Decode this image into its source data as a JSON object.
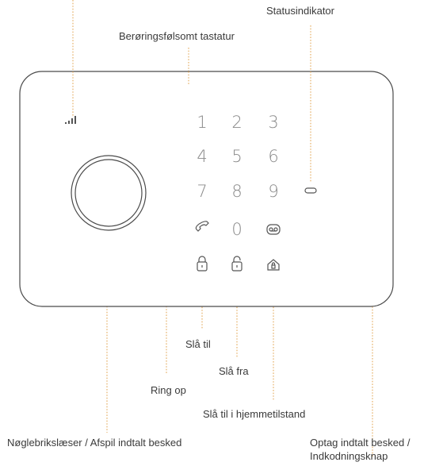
{
  "labels": {
    "status_indicator": "Statusindikator",
    "touch_keypad": "Berøringsfølsomt tastatur",
    "arm": "Slå til",
    "disarm": "Slå fra",
    "call": "Ring op",
    "home_arm": "Slå til i hjemmetilstand",
    "key_reader": "Nøglebrikslæser / Afspil indtalt besked",
    "record_line1": "Optag indtalt besked /",
    "record_line2": "Indkodningsknap"
  },
  "keypad": [
    "1",
    "2",
    "3",
    "4",
    "5",
    "6",
    "7",
    "8",
    "9",
    "0"
  ],
  "icons": {
    "signal": "signal-strength-icon",
    "call": "phone-handset-icon",
    "record": "voicemail-icon",
    "arm": "lock-closed-icon",
    "disarm": "lock-open-icon",
    "home_arm": "home-lock-icon",
    "status": "status-led",
    "reader": "key-fob-reader-ring"
  },
  "colors": {
    "leader_line": "#e0a04a",
    "device_outline": "#4a4a4a",
    "key_text": "#8a8a8a"
  }
}
